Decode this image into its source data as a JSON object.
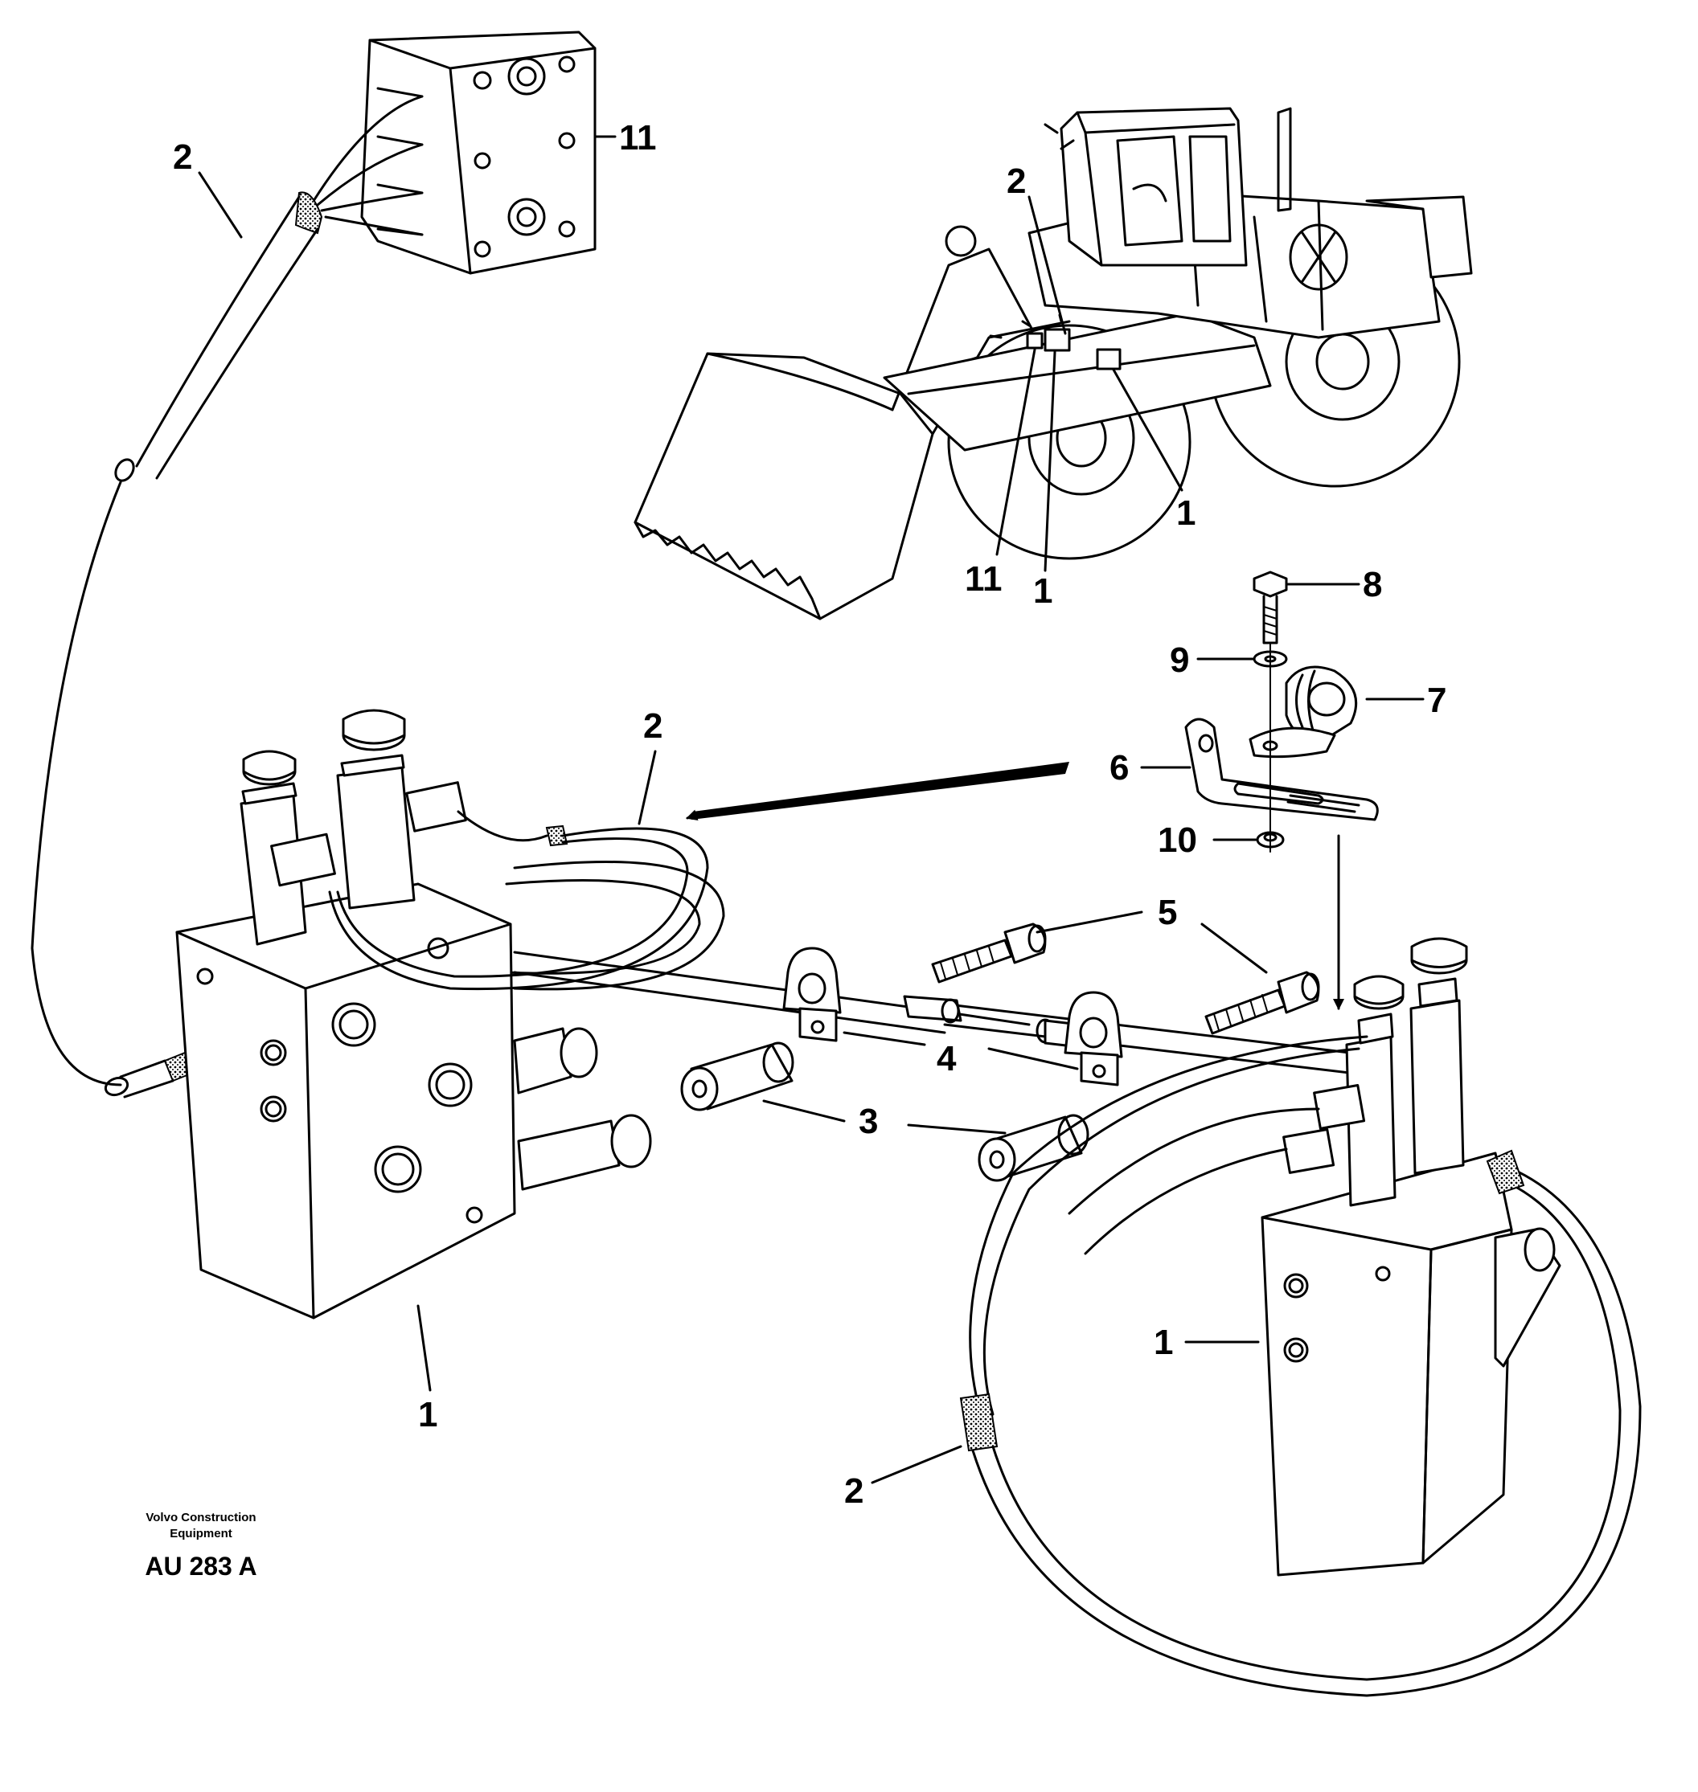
{
  "callouts": {
    "c11_box": "11",
    "c2_box": "2",
    "c2_loader": "2",
    "c1_loader_right": "1",
    "c11_loader": "11",
    "c1_loader_mid": "1",
    "c8": "8",
    "c9": "9",
    "c7": "7",
    "c6": "6",
    "c10": "10",
    "c2_mid": "2",
    "c5": "5",
    "c4": "4",
    "c3": "3",
    "c1_left_valve": "1",
    "c1_right_valve": "1",
    "c2_bottom": "2"
  },
  "caption": {
    "brand_line1": "Volvo Construction",
    "brand_line2": "Equipment",
    "figure_id": "AU 283 A"
  }
}
